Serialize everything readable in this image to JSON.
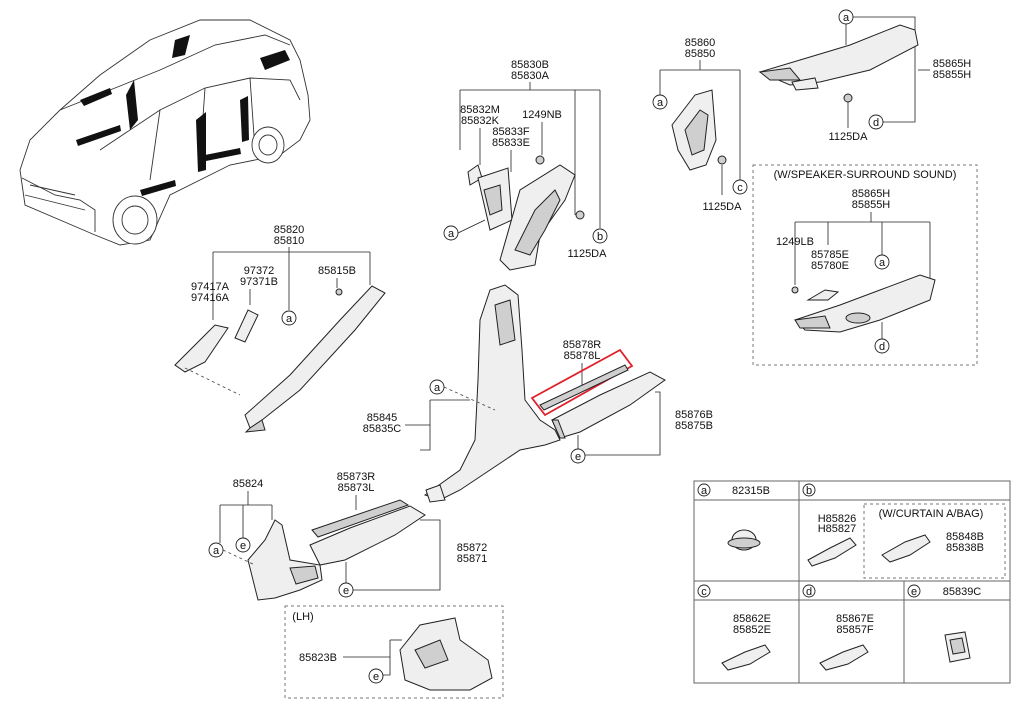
{
  "labels": {
    "p85830b": "85830B",
    "p85830a": "85830A",
    "p85832m": "85832M",
    "p85832k": "85832K",
    "p1249nb": "1249NB",
    "p85833f": "85833F",
    "p85833e": "85833E",
    "p1125da_center": "1125DA",
    "p85860": "85860",
    "p85850": "85850",
    "p1125da_mid": "1125DA",
    "p85865h": "85865H",
    "p85855h": "85855H",
    "p1125da_right": "1125DA",
    "speaker_title": "(W/SPEAKER-SURROUND SOUND)",
    "sp85865h": "85865H",
    "sp85855h": "85855H",
    "p1249lb": "1249LB",
    "p85785e": "85785E",
    "p85780e": "85780E",
    "p85820": "85820",
    "p85810": "85810",
    "p97372": "97372",
    "p97371b": "97371B",
    "p85815b": "85815B",
    "p97417a": "97417A",
    "p97416a": "97416A",
    "p85878r": "85878R",
    "p85878l": "85878L",
    "p85845": "85845",
    "p85835c": "85835C",
    "p85876b": "85876B",
    "p85875b": "85875B",
    "p85824": "85824",
    "p85873r": "85873R",
    "p85873l": "85873L",
    "p85872": "85872",
    "p85871": "85871",
    "lh_title": "(LH)",
    "p85823b": "85823B"
  },
  "callouts": {
    "a": "a",
    "b": "b",
    "c": "c",
    "d": "d",
    "e": "e"
  },
  "legend_table": {
    "a_code": "82315B",
    "b_h85826": "H85826",
    "b_h85827": "H85827",
    "curtain_title": "(W/CURTAIN A/BAG)",
    "p85848b": "85848B",
    "p85838b": "85838B",
    "p85862e": "85862E",
    "p85852e": "85852E",
    "p85867e": "85867E",
    "p85857f": "85857F",
    "e_code": "85839C"
  },
  "colors": {
    "highlight": "#e0202a"
  }
}
